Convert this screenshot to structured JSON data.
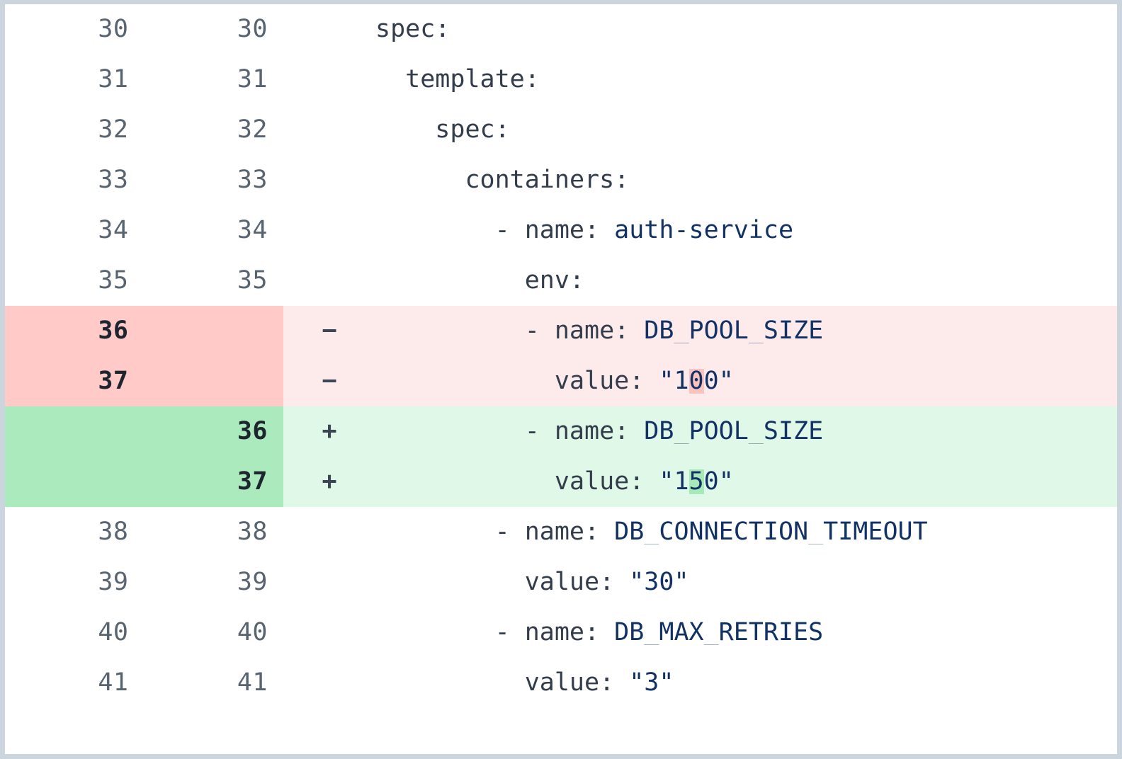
{
  "frame": {
    "border_color": "#ccd5dd",
    "background": "#ffffff"
  },
  "theme": {
    "deleted_gutter_bg": "#ffcac7",
    "deleted_row_bg": "#fdeaea",
    "inserted_gutter_bg": "#abeabc",
    "inserted_row_bg": "#e0f8e7",
    "char_deleted_bg": "#fbc3c0",
    "char_inserted_bg": "#a7e9b8",
    "lineno_color": "#596471",
    "code_key_color": "#343d4b",
    "code_value_color": "#123265"
  },
  "markers": {
    "deleted": "−",
    "inserted": "+",
    "context": ""
  },
  "diff": {
    "rows": [
      {
        "type": "context",
        "old_lineno": "30",
        "new_lineno": "30",
        "marker": "",
        "indent": "",
        "key": "spec:",
        "value": "",
        "full_text": "spec:"
      },
      {
        "type": "context",
        "old_lineno": "31",
        "new_lineno": "31",
        "marker": "",
        "indent": "  ",
        "key": "template:",
        "value": "",
        "full_text": "  template:"
      },
      {
        "type": "context",
        "old_lineno": "32",
        "new_lineno": "32",
        "marker": "",
        "indent": "    ",
        "key": "spec:",
        "value": "",
        "full_text": "    spec:"
      },
      {
        "type": "context",
        "old_lineno": "33",
        "new_lineno": "33",
        "marker": "",
        "indent": "      ",
        "key": "containers:",
        "value": "",
        "full_text": "      containers:"
      },
      {
        "type": "context",
        "old_lineno": "34",
        "new_lineno": "34",
        "marker": "",
        "indent": "        ",
        "key": "- name: ",
        "value": "auth-service",
        "full_text": "        - name: auth-service"
      },
      {
        "type": "context",
        "old_lineno": "35",
        "new_lineno": "35",
        "marker": "",
        "indent": "          ",
        "key": "env:",
        "value": "",
        "full_text": "          env:"
      },
      {
        "type": "deleted",
        "old_lineno": "36",
        "new_lineno": "",
        "marker": "−",
        "indent": "          ",
        "key": "- name: ",
        "value": "DB_POOL_SIZE",
        "full_text": "          - name: DB_POOL_SIZE"
      },
      {
        "type": "deleted",
        "old_lineno": "37",
        "new_lineno": "",
        "marker": "−",
        "indent": "            ",
        "key": "value: ",
        "value": "\"100\"",
        "value_prefix": "\"1",
        "value_changed": "0",
        "value_suffix": "0\"",
        "full_text": "            value: \"100\""
      },
      {
        "type": "inserted",
        "old_lineno": "",
        "new_lineno": "36",
        "marker": "+",
        "indent": "          ",
        "key": "- name: ",
        "value": "DB_POOL_SIZE",
        "full_text": "          - name: DB_POOL_SIZE"
      },
      {
        "type": "inserted",
        "old_lineno": "",
        "new_lineno": "37",
        "marker": "+",
        "indent": "            ",
        "key": "value: ",
        "value": "\"150\"",
        "value_prefix": "\"1",
        "value_changed": "5",
        "value_suffix": "0\"",
        "full_text": "            value: \"150\""
      },
      {
        "type": "context",
        "old_lineno": "38",
        "new_lineno": "38",
        "marker": "",
        "indent": "        ",
        "key": "- name: ",
        "value": "DB_CONNECTION_TIMEOUT",
        "full_text": "        - name: DB_CONNECTION_TIMEOUT"
      },
      {
        "type": "context",
        "old_lineno": "39",
        "new_lineno": "39",
        "marker": "",
        "indent": "          ",
        "key": "value: ",
        "value": "\"30\"",
        "full_text": "          value: \"30\""
      },
      {
        "type": "context",
        "old_lineno": "40",
        "new_lineno": "40",
        "marker": "",
        "indent": "        ",
        "key": "- name: ",
        "value": "DB_MAX_RETRIES",
        "full_text": "        - name: DB_MAX_RETRIES"
      },
      {
        "type": "context",
        "old_lineno": "41",
        "new_lineno": "41",
        "marker": "",
        "indent": "          ",
        "key": "value: ",
        "value": "\"3\"",
        "full_text": "          value: \"3\""
      }
    ]
  }
}
